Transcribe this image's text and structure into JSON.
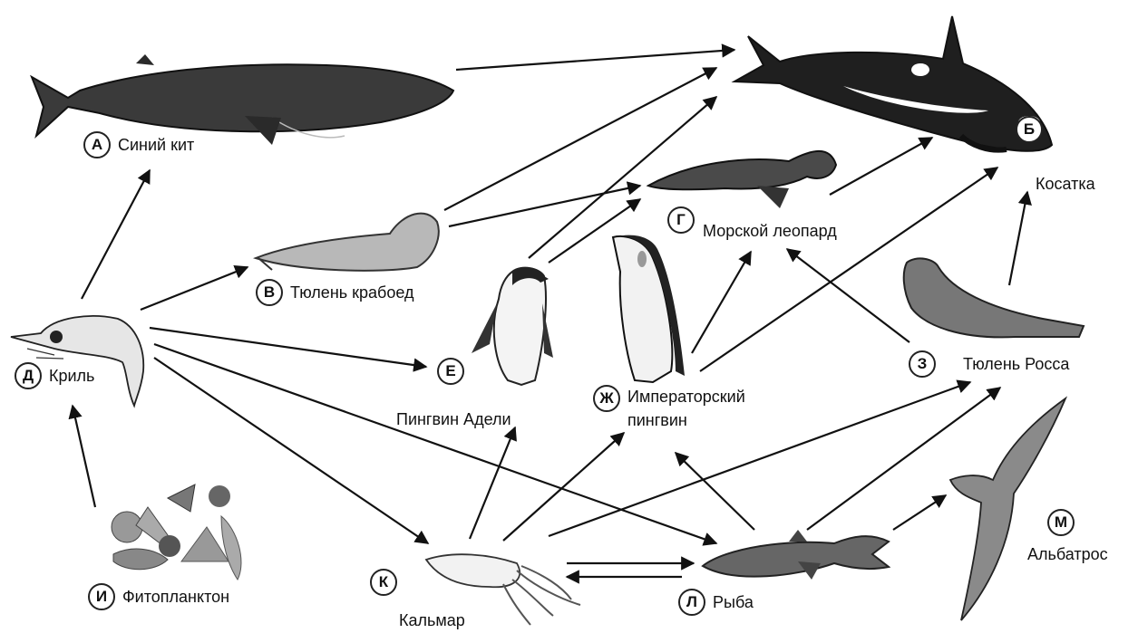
{
  "organisms": {
    "A": {
      "letter": "А",
      "name": "Синий кит"
    },
    "B": {
      "letter": "Б",
      "name": "Косатка"
    },
    "V": {
      "letter": "В",
      "name": "Тюлень крабоед"
    },
    "G": {
      "letter": "Г",
      "name": "Морской леопард"
    },
    "D": {
      "letter": "Д",
      "name": "Криль"
    },
    "E": {
      "letter": "Е",
      "name": "Пингвин Адели"
    },
    "Zh": {
      "letter": "Ж",
      "name_line1": "Императорский",
      "name_line2": "пингвин"
    },
    "Z": {
      "letter": "З",
      "name": "Тюлень Росса"
    },
    "I": {
      "letter": "И",
      "name": "Фитопланктон"
    },
    "K": {
      "letter": "К",
      "name": "Кальмар"
    },
    "L": {
      "letter": "Л",
      "name": "Рыба"
    },
    "M": {
      "letter": "М",
      "name": "Альбатрос"
    }
  },
  "colors": {
    "ink": "#111111",
    "animal_dark": "#2e2e2e",
    "animal_mid": "#7a7a7a",
    "animal_light": "#d9d9d9"
  }
}
